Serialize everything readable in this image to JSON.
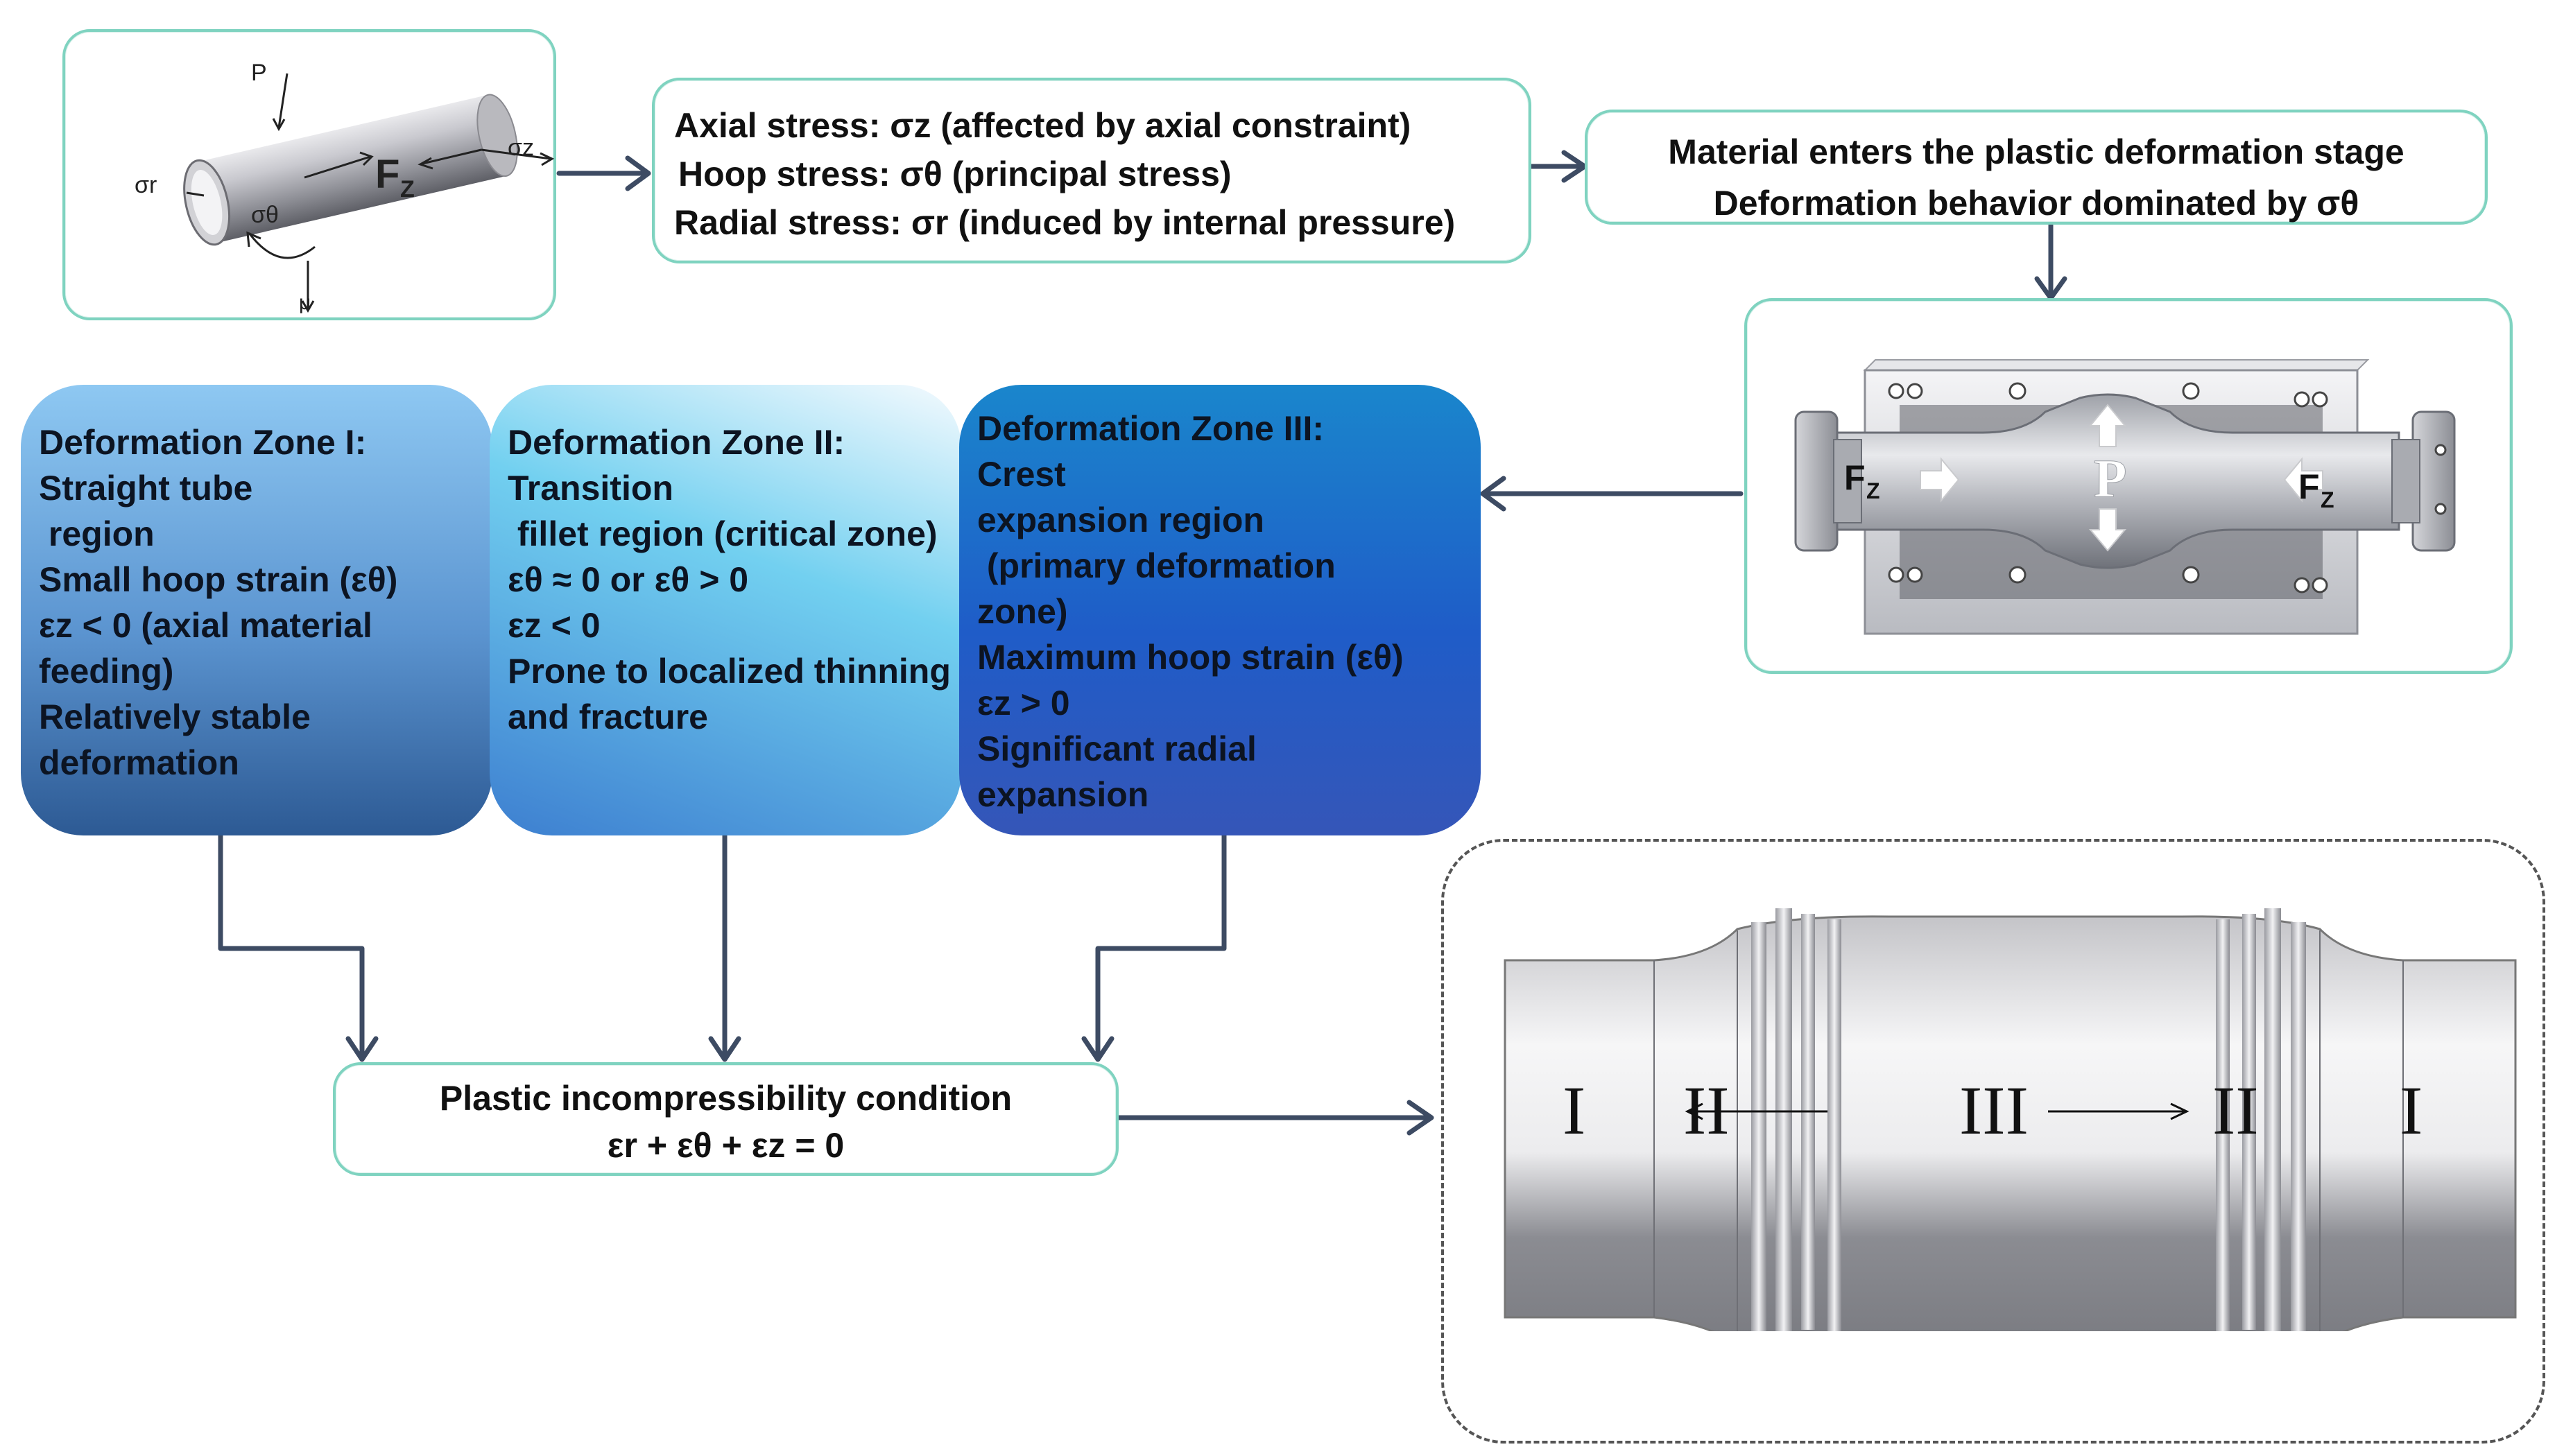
{
  "tube_sketch": {
    "labels": {
      "p": "P",
      "fz": "F",
      "fz_sub": "Z",
      "sigma_z": "σz",
      "sigma_r": "σr",
      "sigma_theta": "σθ",
      "mu": "μ"
    }
  },
  "stress_box": {
    "lines": [
      "Axial stress: σz (affected by axial constraint)",
      "Hoop stress: σθ (principal stress)",
      "Radial stress: σr (induced by internal pressure)"
    ]
  },
  "plastic_box": {
    "lines": [
      "Material enters the plastic deformation stage",
      "Deformation behavior dominated by σθ"
    ]
  },
  "die_illustration": {
    "labels": {
      "fz": "F",
      "fz_sub": "Z",
      "p": "P"
    }
  },
  "zones": [
    {
      "lines": [
        "Deformation Zone I:",
        "Straight tube",
        " region",
        "Small hoop strain (εθ)",
        "εz < 0 (axial material",
        "feeding)",
        "Relatively stable",
        "deformation"
      ]
    },
    {
      "lines": [
        "Deformation Zone II:",
        "Transition",
        " fillet region (critical zone)",
        "εθ ≈ 0 or εθ > 0",
        "εz < 0",
        "Prone to localized thinning",
        "and fracture"
      ]
    },
    {
      "lines": [
        "Deformation Zone III:",
        "Crest",
        "expansion region",
        " (primary deformation",
        "zone)",
        "Maximum hoop strain (εθ)",
        "εz > 0",
        "Significant radial",
        "expansion"
      ]
    }
  ],
  "condition_box": {
    "title": "Plastic incompressibility condition",
    "formula": "εr + εθ + εz = 0"
  },
  "formed_tube": {
    "zone_labels": [
      "I",
      "II",
      "III",
      "II",
      "I"
    ]
  },
  "colors": {
    "box_border": "#7fd3c0",
    "arrow": "#3d4b63",
    "zone1_top": "#8ec8f2",
    "zone1_bottom": "#2d5a94",
    "zone2_top": "#f0f8fd",
    "zone2_bottom": "#3d7fd0",
    "zone3_top": "#1a86cc",
    "zone3_bottom": "#3556b8"
  }
}
